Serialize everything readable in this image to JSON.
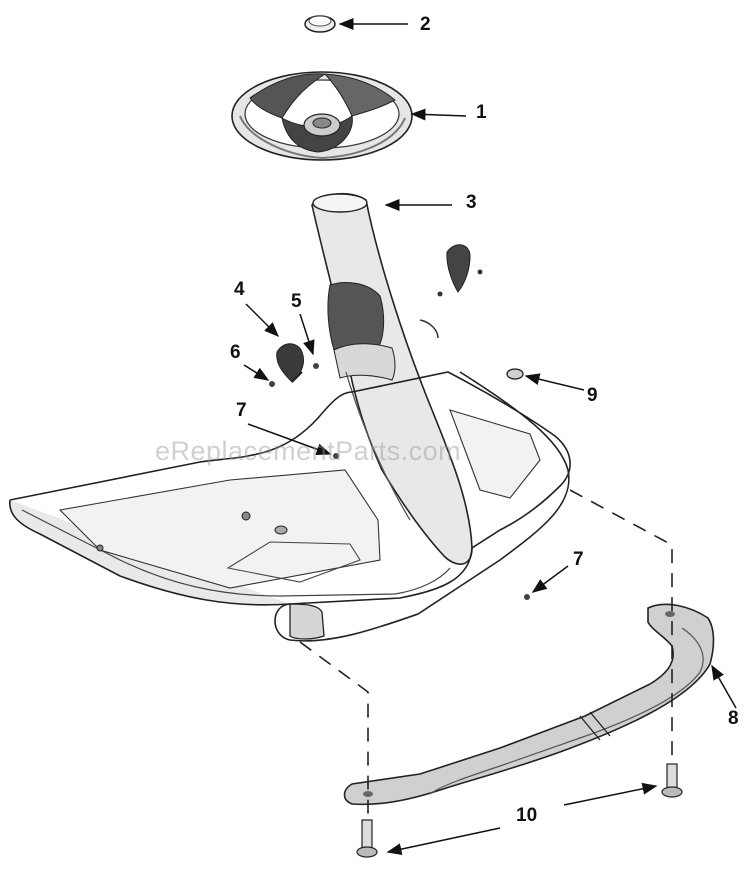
{
  "diagram": {
    "callouts": [
      {
        "label": "1"
      },
      {
        "label": "2"
      },
      {
        "label": "3"
      },
      {
        "label": "4"
      },
      {
        "label": "5"
      },
      {
        "label": "6"
      },
      {
        "label": "7"
      },
      {
        "label": "7"
      },
      {
        "label": "8"
      },
      {
        "label": "9"
      },
      {
        "label": "10"
      }
    ],
    "watermark": "eReplacementParts.com"
  }
}
